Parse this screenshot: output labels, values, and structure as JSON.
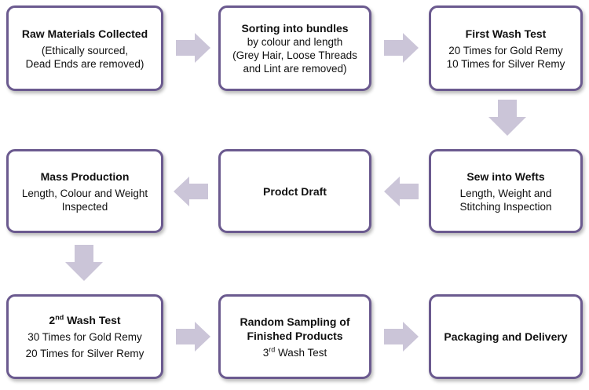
{
  "steps": {
    "raw": {
      "title": "Raw Materials Collected",
      "line1": "(Ethically sourced,",
      "line2": "Dead Ends are removed)"
    },
    "sorting": {
      "title": "Sorting into bundles",
      "line1": "by colour and length",
      "line2": "(Grey Hair, Loose Threads",
      "line3": "and Lint are removed)"
    },
    "first_wash": {
      "title": "First Wash Test",
      "line1": "20 Times for Gold Remy",
      "line2": "10 Times for Silver Remy"
    },
    "mass": {
      "title": "Mass Production",
      "line1": "Length, Colour and Weight",
      "line2": "Inspected"
    },
    "draft": {
      "title": "Prodct Draft"
    },
    "wefts": {
      "title": "Sew into Wefts",
      "line1": "Length, Weight and",
      "line2": "Stitching Inspection"
    },
    "second_wash": {
      "title_num": "2",
      "title_sup": "nd",
      "title_rest": " Wash Test",
      "line1": "30 Times for Gold Remy",
      "line2": "20 Times for Silver Remy"
    },
    "random": {
      "title1": "Random Sampling of",
      "title2": "Finished Products",
      "line_num": "3",
      "line_sup": "rd",
      "line_rest": " Wash Test"
    },
    "packaging": {
      "title": "Packaging and Delivery"
    }
  },
  "colors": {
    "box_border": "#6b5a8f",
    "arrow_fill": "#cbc5d8"
  }
}
